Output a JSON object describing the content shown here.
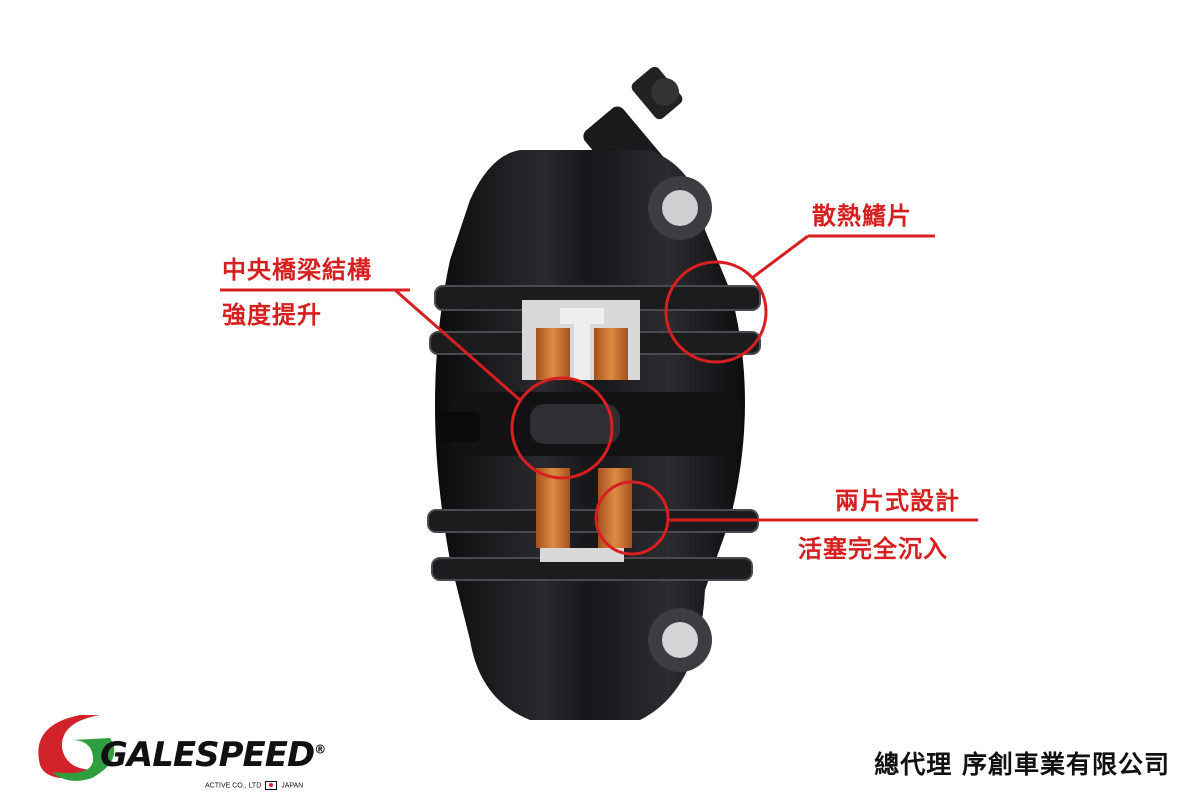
{
  "annotations": {
    "fins": "散熱鰭片",
    "bridge_line1": "中央橋梁結構",
    "bridge_line2": "強度提升",
    "twopiece_line1": "兩片式設計",
    "twopiece_line2": "活塞完全沉入"
  },
  "brand": {
    "name": "GALESPEED",
    "registered": "®",
    "sub_company": "ACTIVE CO., LTD",
    "sub_country": "JAPAN"
  },
  "footer": {
    "distributor": "總代理 序創車業有限公司"
  },
  "colors": {
    "annotation_red": "#d81f1f",
    "caliper_black": "#141416",
    "pad_orange": "#c86a2a",
    "logo_red": "#d2232a",
    "logo_green": "#2e9e3e"
  }
}
